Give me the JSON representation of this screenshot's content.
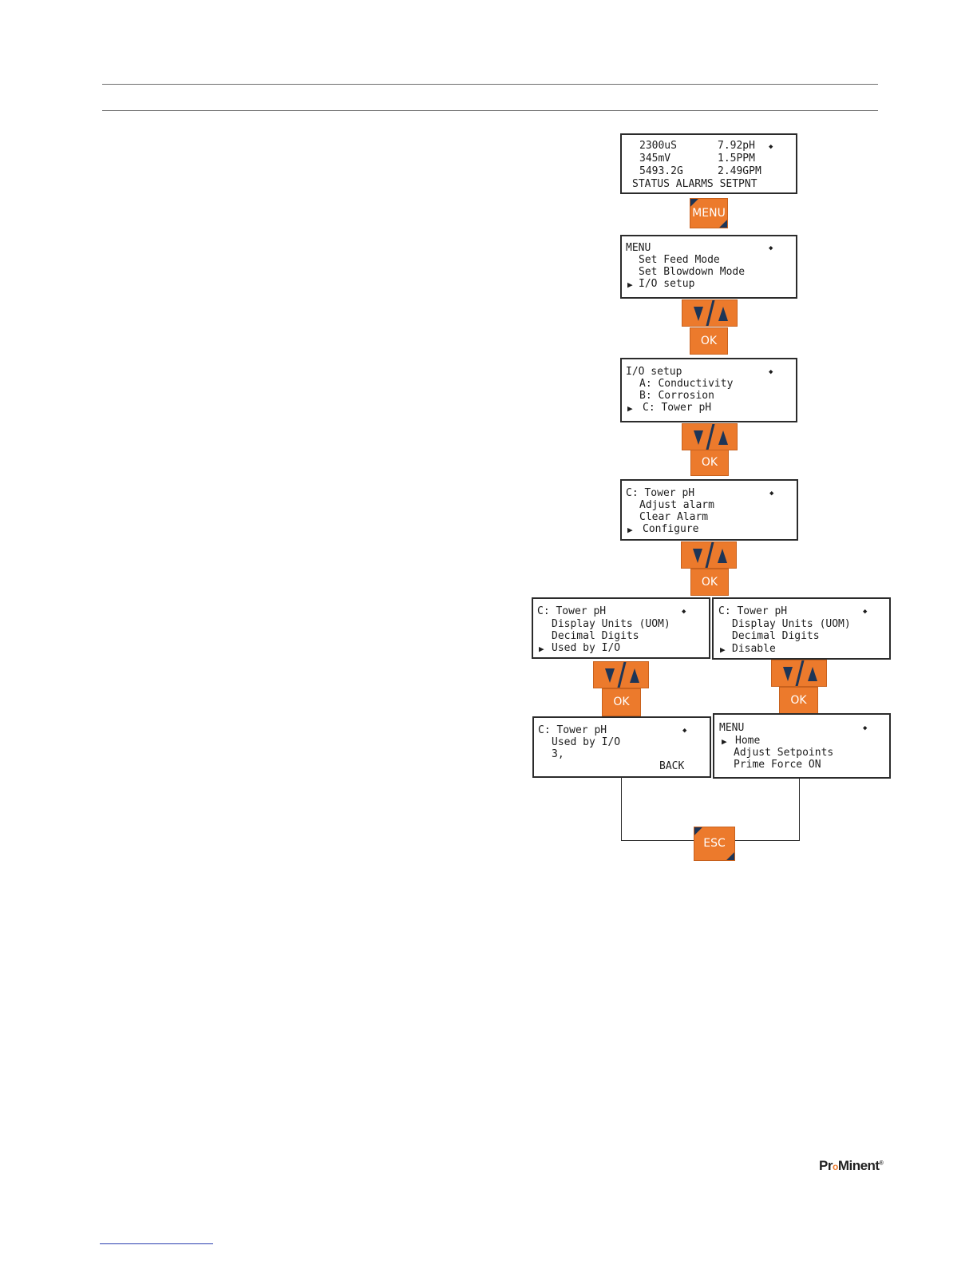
{
  "screens": {
    "home": {
      "lines": [
        "2300uS",
        "7.92pH",
        "345mV",
        "1.5PPM",
        "5493.2G",
        "2.49GPM",
        "STATUS ALARMS SETPNT"
      ]
    },
    "menu": {
      "lines": [
        "MENU",
        "Set Feed Mode",
        "Set Blowdown Mode",
        "I/O setup"
      ]
    },
    "io_setup": {
      "lines": [
        "I/O setup",
        "A: Conductivity",
        "B: Corrosion",
        "C: Tower pH"
      ]
    },
    "tower_ph": {
      "lines": [
        "C: Tower pH",
        "Adjust alarm",
        "Clear Alarm",
        "Configure"
      ]
    },
    "config_used": {
      "lines": [
        "C: Tower pH",
        "Display Units (UOM)",
        "Decimal Digits",
        "Used by I/O"
      ]
    },
    "config_disable": {
      "lines": [
        "C: Tower pH",
        "Display Units (UOM)",
        "Decimal Digits",
        "Disable"
      ]
    },
    "used_by": {
      "lines": [
        "C: Tower pH",
        "Used by I/O",
        "3,",
        "BACK"
      ]
    },
    "menu_home": {
      "lines": [
        "MENU",
        "Home",
        "Adjust Setpoints",
        "Prime Force ON"
      ]
    }
  },
  "keys": {
    "menu": "MENU",
    "ok": "OK",
    "esc": "ESC"
  },
  "glyphs": {
    "selector": "▶",
    "scroll": "◆"
  },
  "logo": {
    "text_a": "Pr",
    "text_b": "o",
    "text_c": "Minent",
    "sup": "®"
  },
  "colors": {
    "key_orange": "#ec7a2c",
    "key_dark": "#1d3557"
  }
}
